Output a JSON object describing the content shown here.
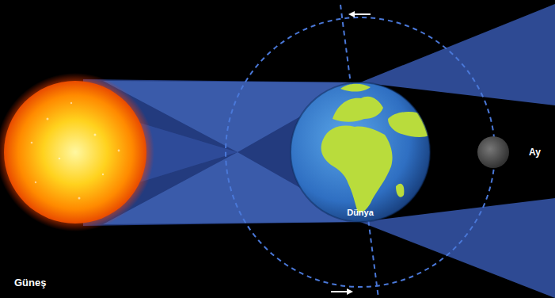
{
  "diagram": {
    "labels": [
      "Ay",
      "Dünya",
      "Güneş"
    ]
  }
}
